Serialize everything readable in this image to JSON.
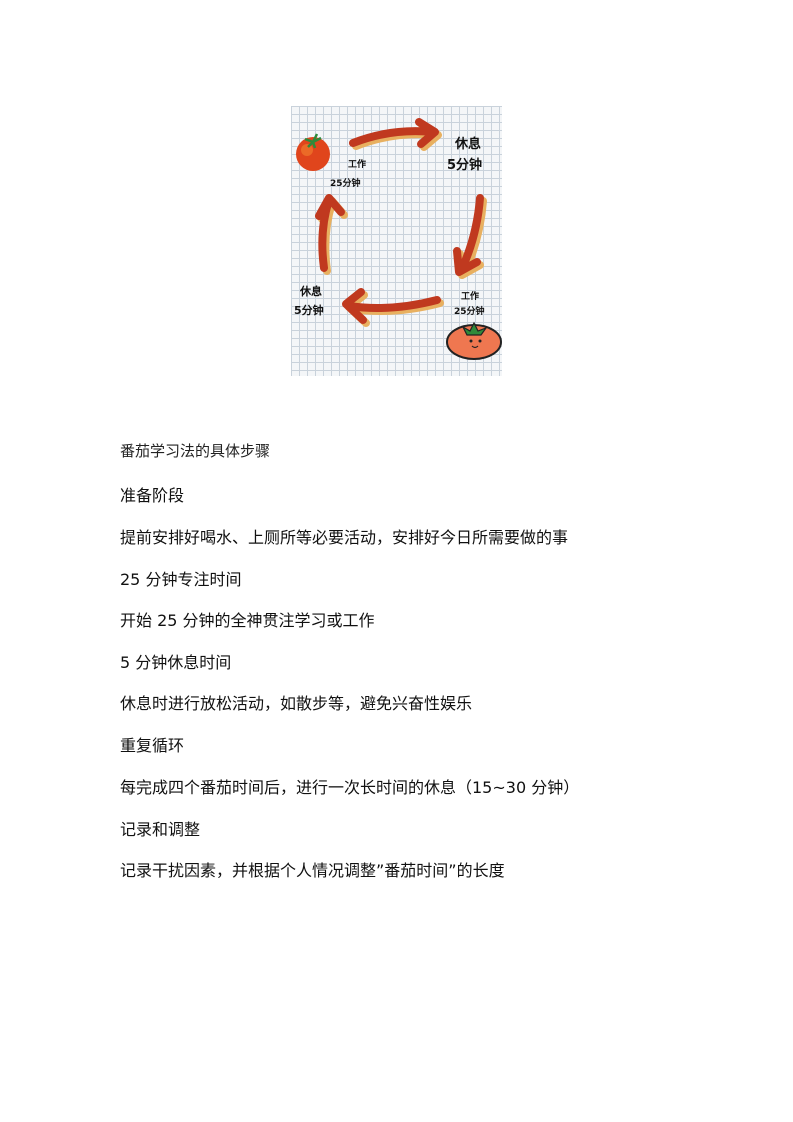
{
  "figure": {
    "labels": {
      "work_top": [
        "工作",
        "25分钟"
      ],
      "rest_right": [
        "休息",
        "5分钟"
      ],
      "work_bottom": [
        "工作",
        "25分钟"
      ],
      "rest_left": [
        "休息",
        "5分钟"
      ]
    },
    "colors": {
      "arrow": "#c0391f",
      "arrow_shadow": "#e8b060",
      "tomato": "#e0451c",
      "tomato_cute": "#ef7750",
      "leaf": "#2f8a3a"
    }
  },
  "document": {
    "title": "番茄学习法的具体步骤",
    "lines": [
      "准备阶段",
      "提前安排好喝水、上厕所等必要活动，安排好今日所需要做的事",
      "25 分钟专注时间",
      "开始 25 分钟的全神贯注学习或工作",
      "5 分钟休息时间",
      "休息时进行放松活动，如散步等，避免兴奋性娱乐",
      "重复循环",
      "每完成四个番茄时间后，进行一次长时间的休息（15~30 分钟）",
      "记录和调整",
      "记录干扰因素，并根据个人情况调整”番茄时间”的长度"
    ]
  }
}
